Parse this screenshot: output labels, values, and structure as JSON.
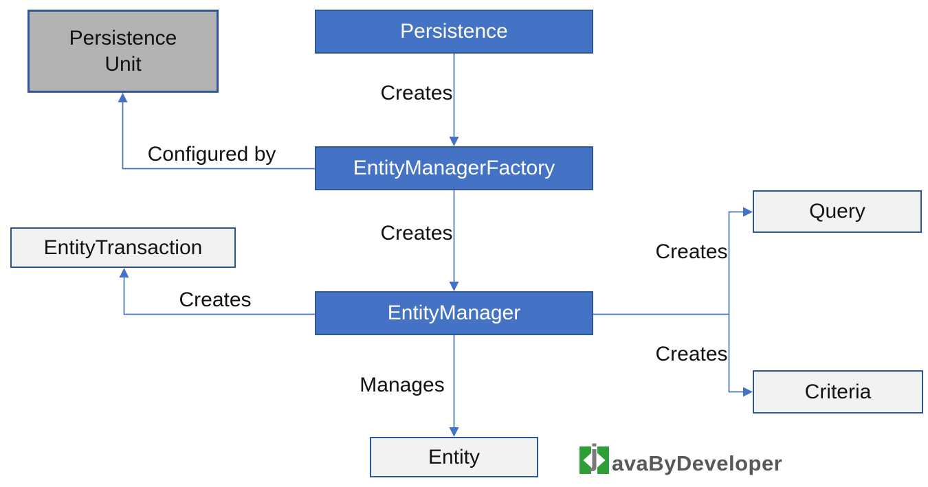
{
  "diagram": {
    "nodes": {
      "persistence_unit": {
        "lines": [
          "Persistence",
          "Unit"
        ]
      },
      "persistence": {
        "label": "Persistence"
      },
      "entity_manager_factory": {
        "label": "EntityManagerFactory"
      },
      "entity_transaction": {
        "label": "EntityTransaction"
      },
      "entity_manager": {
        "label": "EntityManager"
      },
      "query": {
        "label": "Query"
      },
      "criteria": {
        "label": "Criteria"
      },
      "entity": {
        "label": "Entity"
      }
    },
    "edge_labels": {
      "persistence_to_factory": "Creates",
      "factory_to_unit": "Configured by",
      "factory_to_manager": "Creates",
      "manager_to_transaction": "Creates",
      "manager_to_query": "Creates",
      "manager_to_criteria": "Creates",
      "manager_to_entity": "Manages"
    },
    "colors": {
      "primary_blue": "#4472C4",
      "border_blue": "#2F5597",
      "gray_fill": "#B3B3B3",
      "light_fill": "#F2F2F2",
      "connector": "#4472C4"
    }
  },
  "branding": {
    "logo_letter": "j",
    "logo_text": "avaByDeveloper",
    "logo_green": "#2E9E38",
    "logo_gray": "#7A7A7A"
  }
}
